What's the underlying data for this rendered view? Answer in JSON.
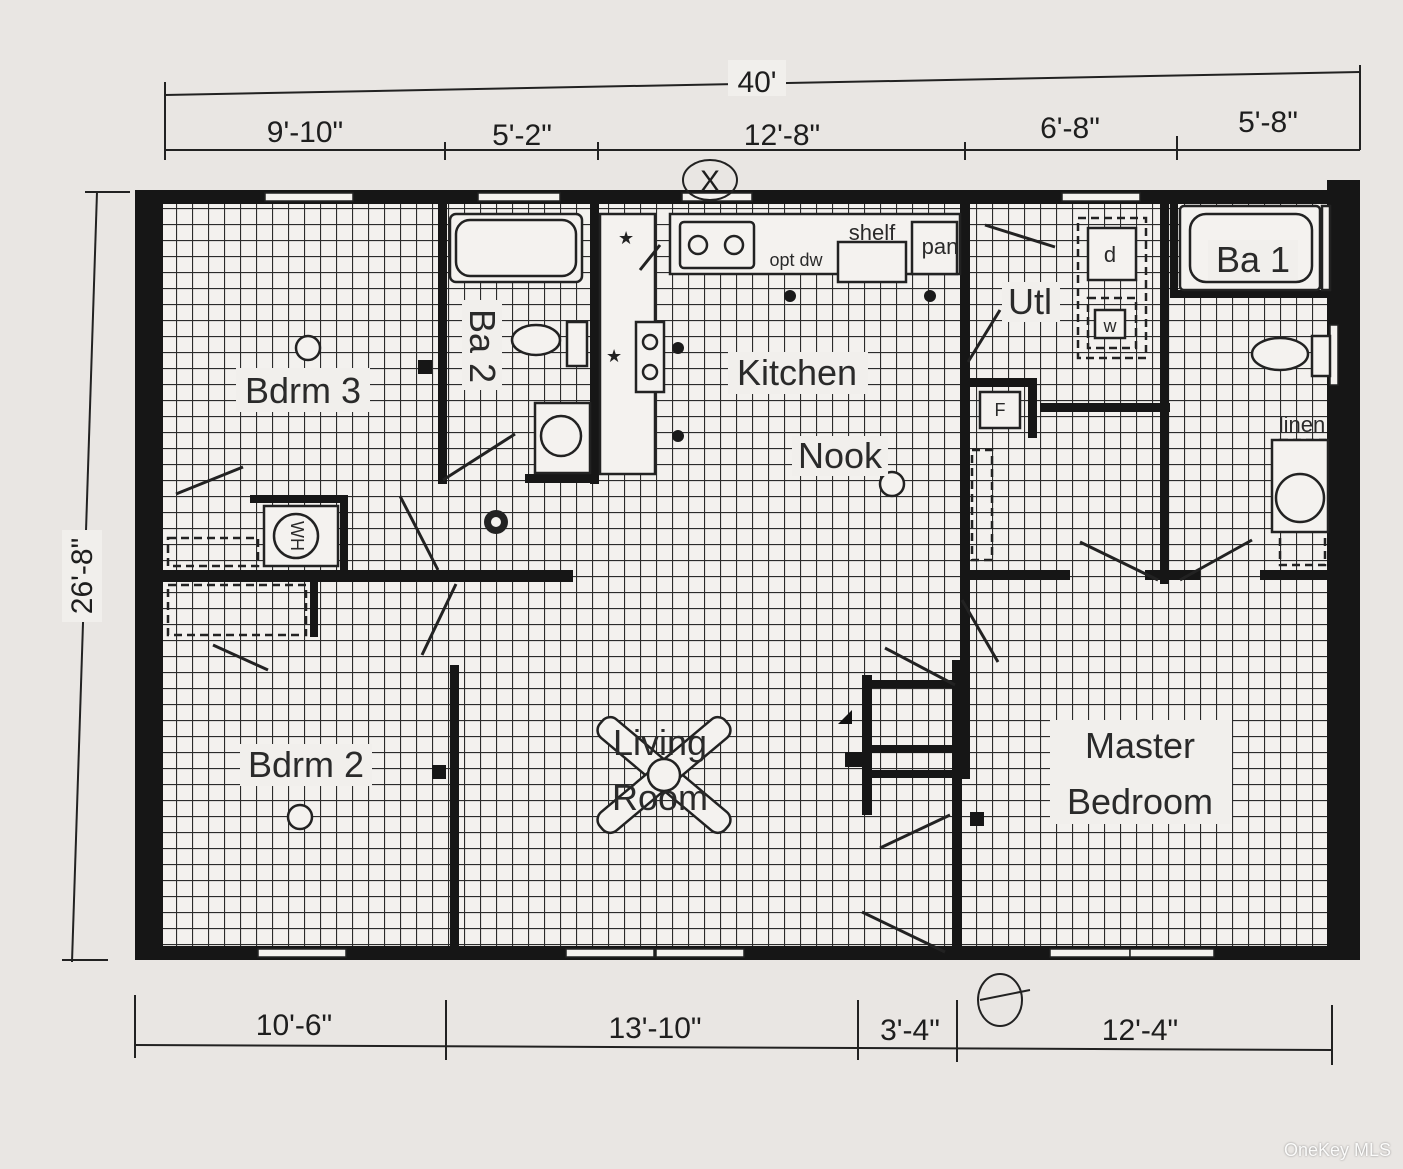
{
  "dimensions": {
    "overall_width": "40'",
    "overall_depth": "26'-8\"",
    "top": [
      "9'-10\"",
      "5'-2\"",
      "12'-8\"",
      "6'-8\"",
      "5'-8\""
    ],
    "bottom": [
      "10'-6\"",
      "13'-10\"",
      "3'-4\"",
      "12'-4\""
    ]
  },
  "rooms": {
    "bdrm3": "Bdrm 3",
    "ba2": "Ba 2",
    "kitchen": "Kitchen",
    "nook": "Nook",
    "utl": "Utl",
    "ba1": "Ba 1",
    "bdrm2": "Bdrm 2",
    "living_line1": "Living",
    "living_line2": "Room",
    "master_line1": "Master",
    "master_line2": "Bedroom"
  },
  "fixtures": {
    "shelf": "shelf",
    "pantry": "pan",
    "opt_dw": "opt dw",
    "dryer": "d",
    "washer": "w",
    "linen": "linen",
    "water_heater": "WH",
    "furnace": "F",
    "marker": "X"
  },
  "watermark": "OneKey MLS"
}
